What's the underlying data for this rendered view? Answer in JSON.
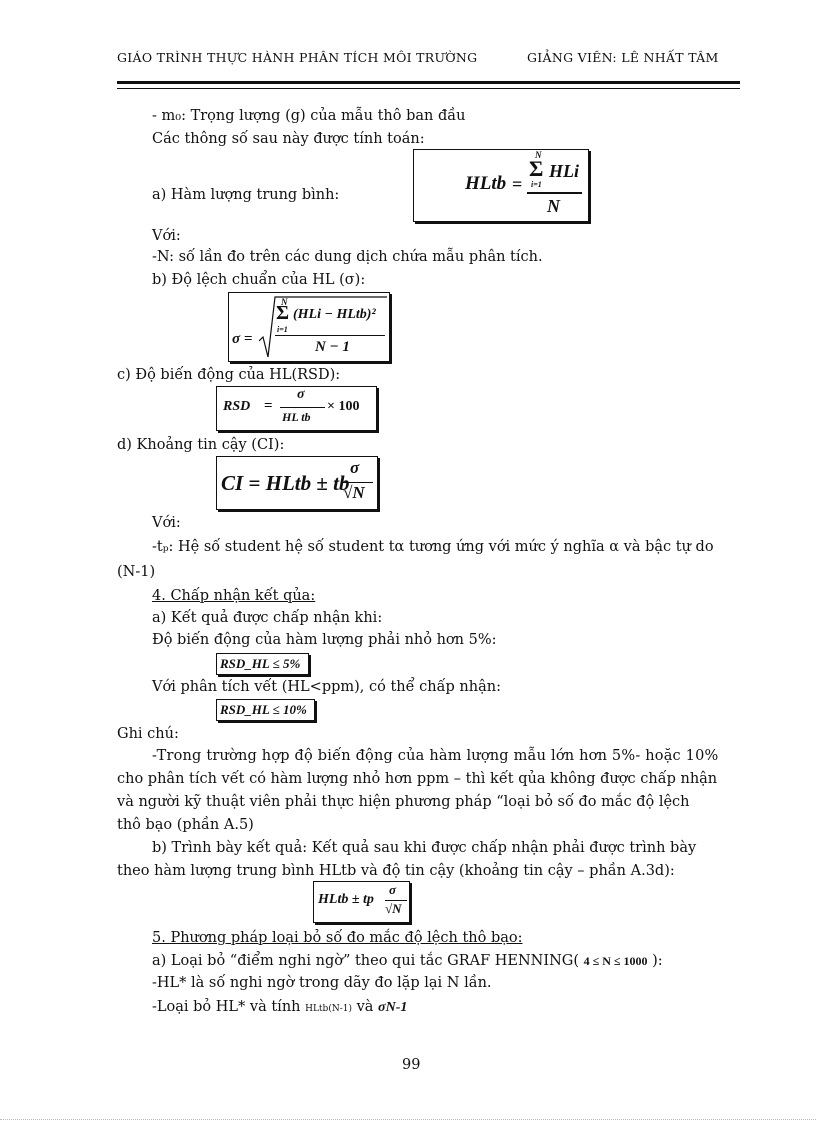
{
  "header": {
    "left": "GIÁO TRÌNH THỰC HÀNH PHÂN TÍCH MÔI TRƯỜNG",
    "right": "GIẢNG VIÊN: LÊ NHẤT TÂM"
  },
  "lines": {
    "m0": "- m₀: Trọng lượng (g) của mẫu thô ban đầu",
    "params_intro": "Các thông số sau này được tính toán:",
    "a_label": "a) Hàm lượng trung bình:",
    "voi1": "Với:",
    "n_def": "-N: số lần đo trên các dung dịch chứa mẫu phân tích.",
    "b_label": "b) Độ lệch chuẩn của HL (σ):",
    "c_label": "c) Độ biến động của HL(RSD):",
    "d_label": "d) Khoảng tin cậy (CI):",
    "voi2": "Với:",
    "tp_def": "-tₚ: Hệ số student hệ số student tα tương ứng với mức ý nghĩa α và bậc tự do",
    "tp_def2": "(N-1)",
    "s4_title": "4. Chấp nhận kết qủa:",
    "s4_a": "a) Kết quả được chấp nhận khi:",
    "s4_rsd": "Độ biến động của hàm lượng phải nhỏ hơn 5%:",
    "s4_trace": "Với phân tích vết (HL<ppm), có thể chấp nhận:",
    "note": "Ghi chú:",
    "note_p1": "-Trong trường hợp độ biến động của hàm lượng mẫu lớn hơn 5%- hoặc 10%",
    "note_p2": "cho phân tích vết có hàm lượng nhỏ hơn ppm – thì kết qủa không được chấp nhận",
    "note_p3": "và người kỹ thuật viên phải thực hiện phương pháp “loại bỏ số đo mắc độ lệch",
    "note_p4": "thô bạo (phần A.5)",
    "s4_b1": "b) Trình bày kết quả: Kết quả sau khi được chấp nhận phải được trình bày",
    "s4_b2": "theo hàm lượng trung bình HLtb và độ tin cậy (khoảng tin cậy – phần A.3d):",
    "s5_title": "5. Phương pháp loại bỏ số đo mắc độ lệch thô bạo:",
    "s5_a": "a) Loại bỏ “điểm nghi ngờ” theo qui tắc GRAF HENNING(",
    "s5_a_cond": "4 ≤ N ≤ 1000",
    "s5_a_end": "):",
    "s5_hl": "-HL* là số nghi ngờ trong dãy đo lặp lại N lần.",
    "s5_rm": "-Loại bỏ HL* và tính",
    "s5_rm_sub": "HLtb(N-1)",
    "s5_rm_and": "và",
    "s5_rm_sigma": "σN-1"
  },
  "formulas": {
    "hl_tb": {
      "lhs": "HLtb",
      "eq": "=",
      "sum": "Σ",
      "upper": "N",
      "lower": "i=1",
      "term": "HLi",
      "den": "N"
    },
    "sigma": {
      "lhs": "σ =",
      "sum": "Σ",
      "upper": "N",
      "lower": "i=1",
      "term": "(HLi − HLtb)²",
      "den": "N − 1"
    },
    "rsd": {
      "lhs": "RSD",
      "eq": "=",
      "num": "σ",
      "den": "HL tb",
      "tail": "× 100"
    },
    "ci": {
      "lhs": "CI = HLtb ± tb",
      "num": "σ",
      "den": "√N"
    },
    "rsd5": "RSD_HL ≤ 5%",
    "rsd10": "RSD_HL ≤ 10%",
    "result": {
      "lhs": "HLtb ± tp",
      "num": "σ",
      "den": "√N"
    }
  },
  "page_number": "99"
}
